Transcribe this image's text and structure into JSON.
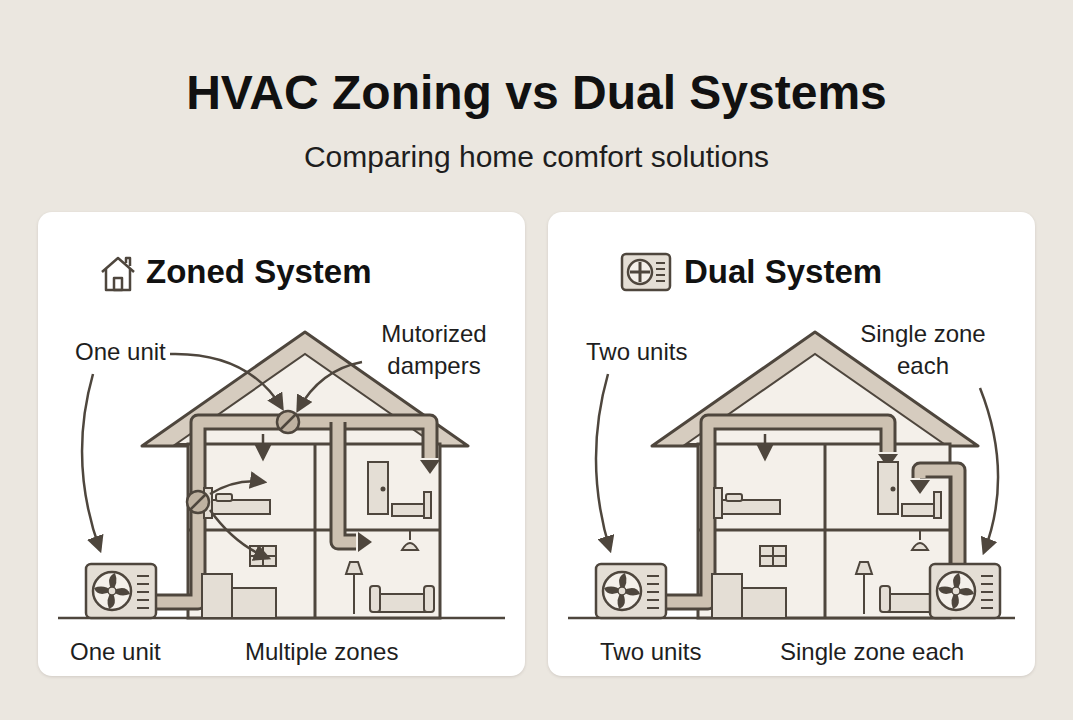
{
  "diagram": {
    "title": "HVAC Zoning vs Dual Systems",
    "caption": "Comparing home comfort solutions",
    "nodes": [
      {
        "text": [
          "Zoned System"
        ]
      },
      {
        "text": [
          "Dual System"
        ]
      }
    ],
    "labels": [
      "One unit",
      "Mutorized dampers",
      "One unit",
      "Multiple zones",
      "Two units",
      "Single zone each",
      "Two units",
      "Single zone each"
    ]
  }
}
